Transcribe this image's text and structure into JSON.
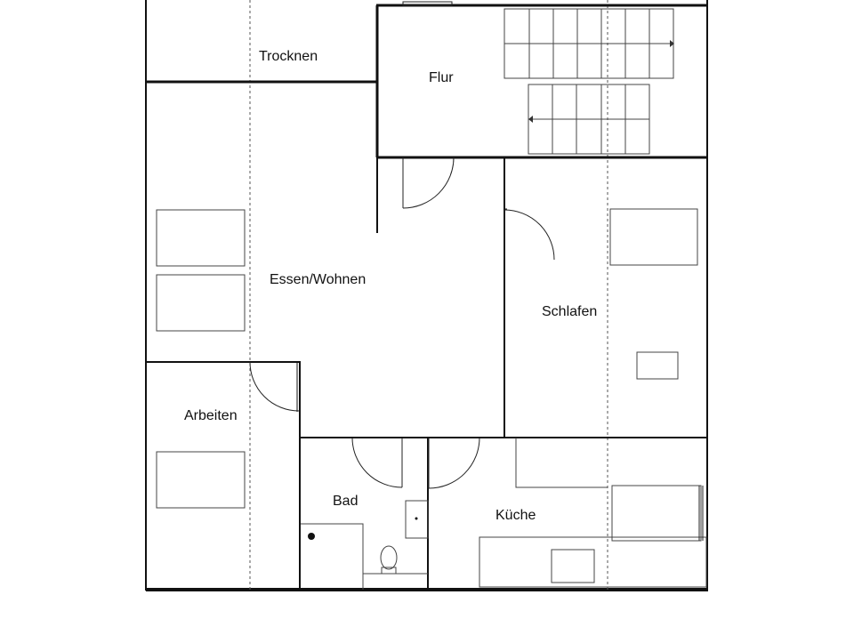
{
  "plan": {
    "rooms": {
      "trocknen": "Trocknen",
      "flur": "Flur",
      "essen_wohnen": "Essen/Wohnen",
      "schlafen": "Schlafen",
      "arbeiten": "Arbeiten",
      "bad": "Bad",
      "kueche": "Küche"
    },
    "colors": {
      "wall": "#111111",
      "fixture": "#444444",
      "background": "#ffffff"
    }
  }
}
